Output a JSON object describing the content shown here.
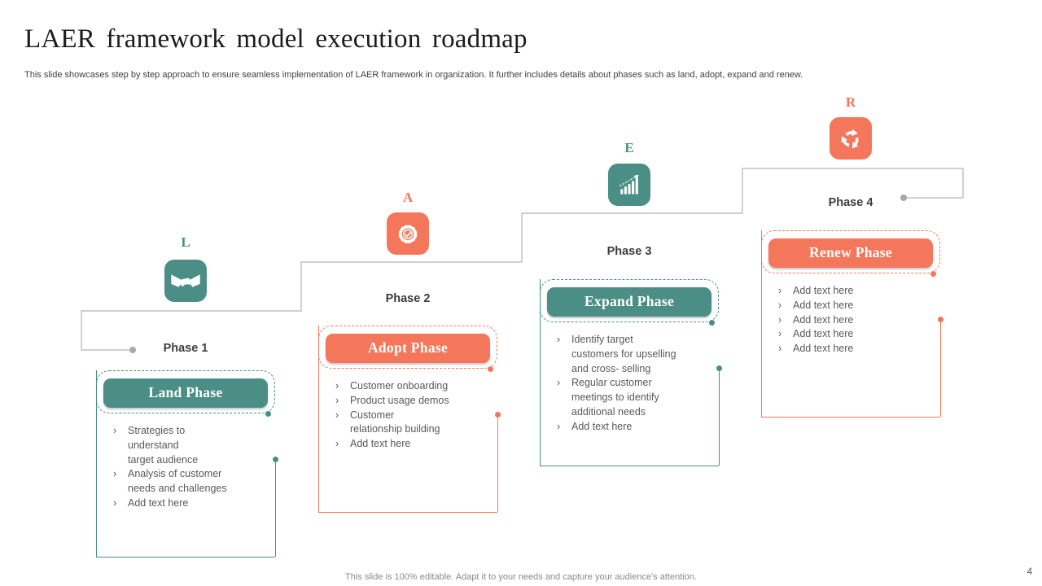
{
  "theme": {
    "teal": "#4A8E85",
    "coral": "#F4765B",
    "line_gray": "#b5b5b5",
    "dot_gray": "#a8a8a8",
    "bullet_text_gray": "#595959",
    "label_dark": "#3d3d3d",
    "title_dark": "#1c1c1c"
  },
  "header": {
    "title": "LAER framework model execution roadmap",
    "subtitle": "This slide showcases step by step approach to ensure seamless implementation of LAER framework in organization. It further includes details about phases such as land, adopt, expand and renew."
  },
  "bullet_char": "›",
  "phases": [
    {
      "letter": "L",
      "icon": "handshake-icon",
      "phase_label": "Phase 1",
      "title": "Land Phase",
      "accent": "teal",
      "bullets": [
        "Strategies to\nunderstand\ntarget audience",
        "Analysis of customer\nneeds and challenges",
        "Add text here"
      ]
    },
    {
      "letter": "A",
      "icon": "gear-check-icon",
      "phase_label": "Phase 2",
      "title": "Adopt Phase",
      "accent": "coral",
      "bullets": [
        "Customer onboarding",
        "Product usage demos",
        "Customer\nrelationship building",
        "Add text here"
      ]
    },
    {
      "letter": "E",
      "icon": "growth-chart-icon",
      "phase_label": "Phase 3",
      "title": "Expand Phase",
      "accent": "teal",
      "bullets": [
        "Identify target\ncustomers for upselling\nand cross- selling",
        "Regular customer\nmeetings to identify\nadditional needs",
        "Add text here"
      ]
    },
    {
      "letter": "R",
      "icon": "recycle-icon",
      "phase_label": "Phase 4",
      "title": "Renew Phase",
      "accent": "coral",
      "bullets": [
        "Add text here",
        "Add text here",
        "Add text here",
        "Add text here",
        "Add text here"
      ]
    }
  ],
  "footer": {
    "note": "This slide is 100% editable. Adapt it to your needs and capture your audience's attention.",
    "page_number": "4"
  }
}
